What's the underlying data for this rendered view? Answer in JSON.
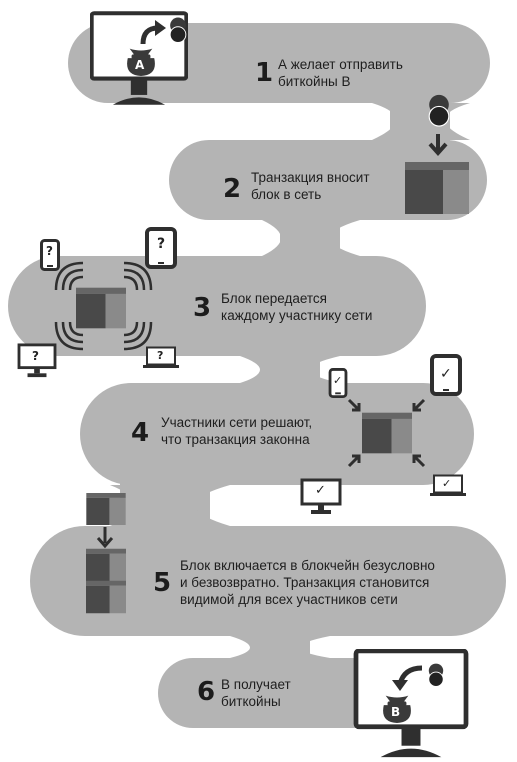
{
  "steps": [
    {
      "number": "1",
      "text": "А желает отправить\nбиткойны В"
    },
    {
      "number": "2",
      "text": "Транзакция вносит\nблок в сеть"
    },
    {
      "number": "3",
      "text": "Блок передается\nкаждому участнику сети"
    },
    {
      "number": "4",
      "text": "Участники сети решают,\nчто транзакция законна"
    },
    {
      "number": "5",
      "text": "Блок включается в блокчейн безусловно\nи безвозвратно. Транзакция становится\nвидимой для всех участников сети"
    },
    {
      "number": "6",
      "text": "В получает\nбиткойны"
    }
  ],
  "wallets": {
    "sender": "A",
    "receiver": "B"
  },
  "status_marks": {
    "unknown": "?",
    "approved": "✓"
  },
  "icons": [
    "monitor-icon",
    "wallet-icon",
    "coins-icon",
    "curved-arrow-icon",
    "block-box-icon",
    "phone-icon",
    "tablet-icon",
    "laptop-icon",
    "signal-waves-icon",
    "inward-arrow-icon",
    "down-arrow-icon",
    "checkmark-icon"
  ],
  "colors": {
    "ribbon": "#b4b4b4",
    "box_dark": "#494949",
    "box_light": "#8a8a8a",
    "device": "#2f2f2f",
    "text": "#1e1e1e"
  }
}
